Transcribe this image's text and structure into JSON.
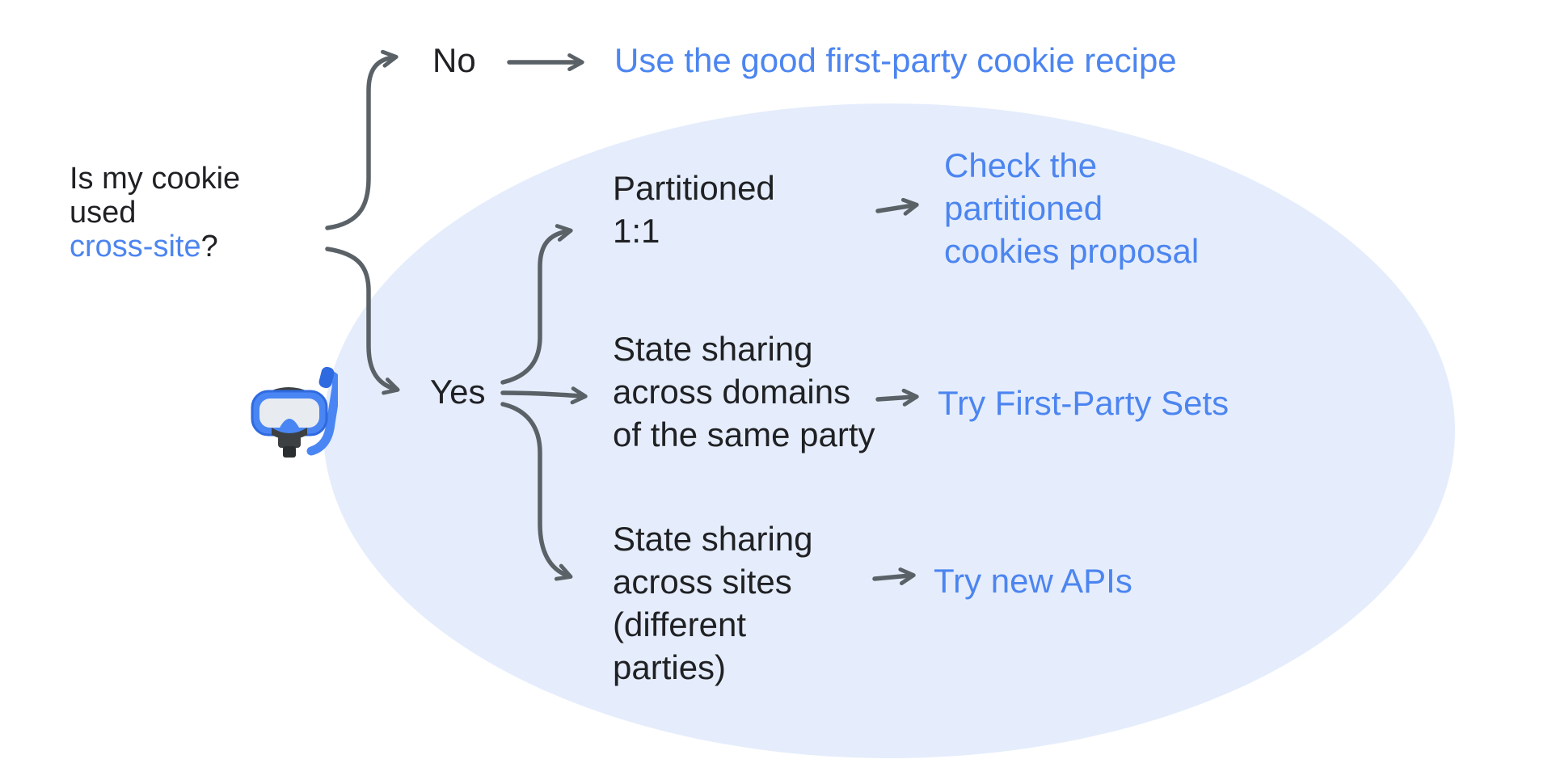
{
  "title": "Cookie decision flowchart",
  "colors": {
    "background": "#ffffff",
    "ellipse": "#E5EDFC",
    "text": "#202124",
    "link": "#4C85F0",
    "arrow": "#5B6267"
  },
  "question": {
    "lines": [
      "Is my cookie",
      "used"
    ],
    "highlight": "cross-site",
    "suffix": "?"
  },
  "branches": {
    "no": {
      "label": "No",
      "outcome": "Use the good first-party cookie recipe"
    },
    "yes": {
      "label": "Yes",
      "sub": [
        {
          "condition": [
            "Partitioned",
            "1:1"
          ],
          "outcome": [
            "Check the",
            "partitioned",
            "cookies proposal"
          ]
        },
        {
          "condition": [
            "State sharing",
            "across domains",
            "of the same party"
          ],
          "outcome": [
            "Try First-Party Sets"
          ]
        },
        {
          "condition": [
            "State sharing",
            "across sites",
            "(different",
            "parties)"
          ],
          "outcome": [
            "Try new APIs"
          ]
        }
      ]
    }
  },
  "icons": {
    "diving_mask": "diving-mask emoji beside the Yes node"
  }
}
